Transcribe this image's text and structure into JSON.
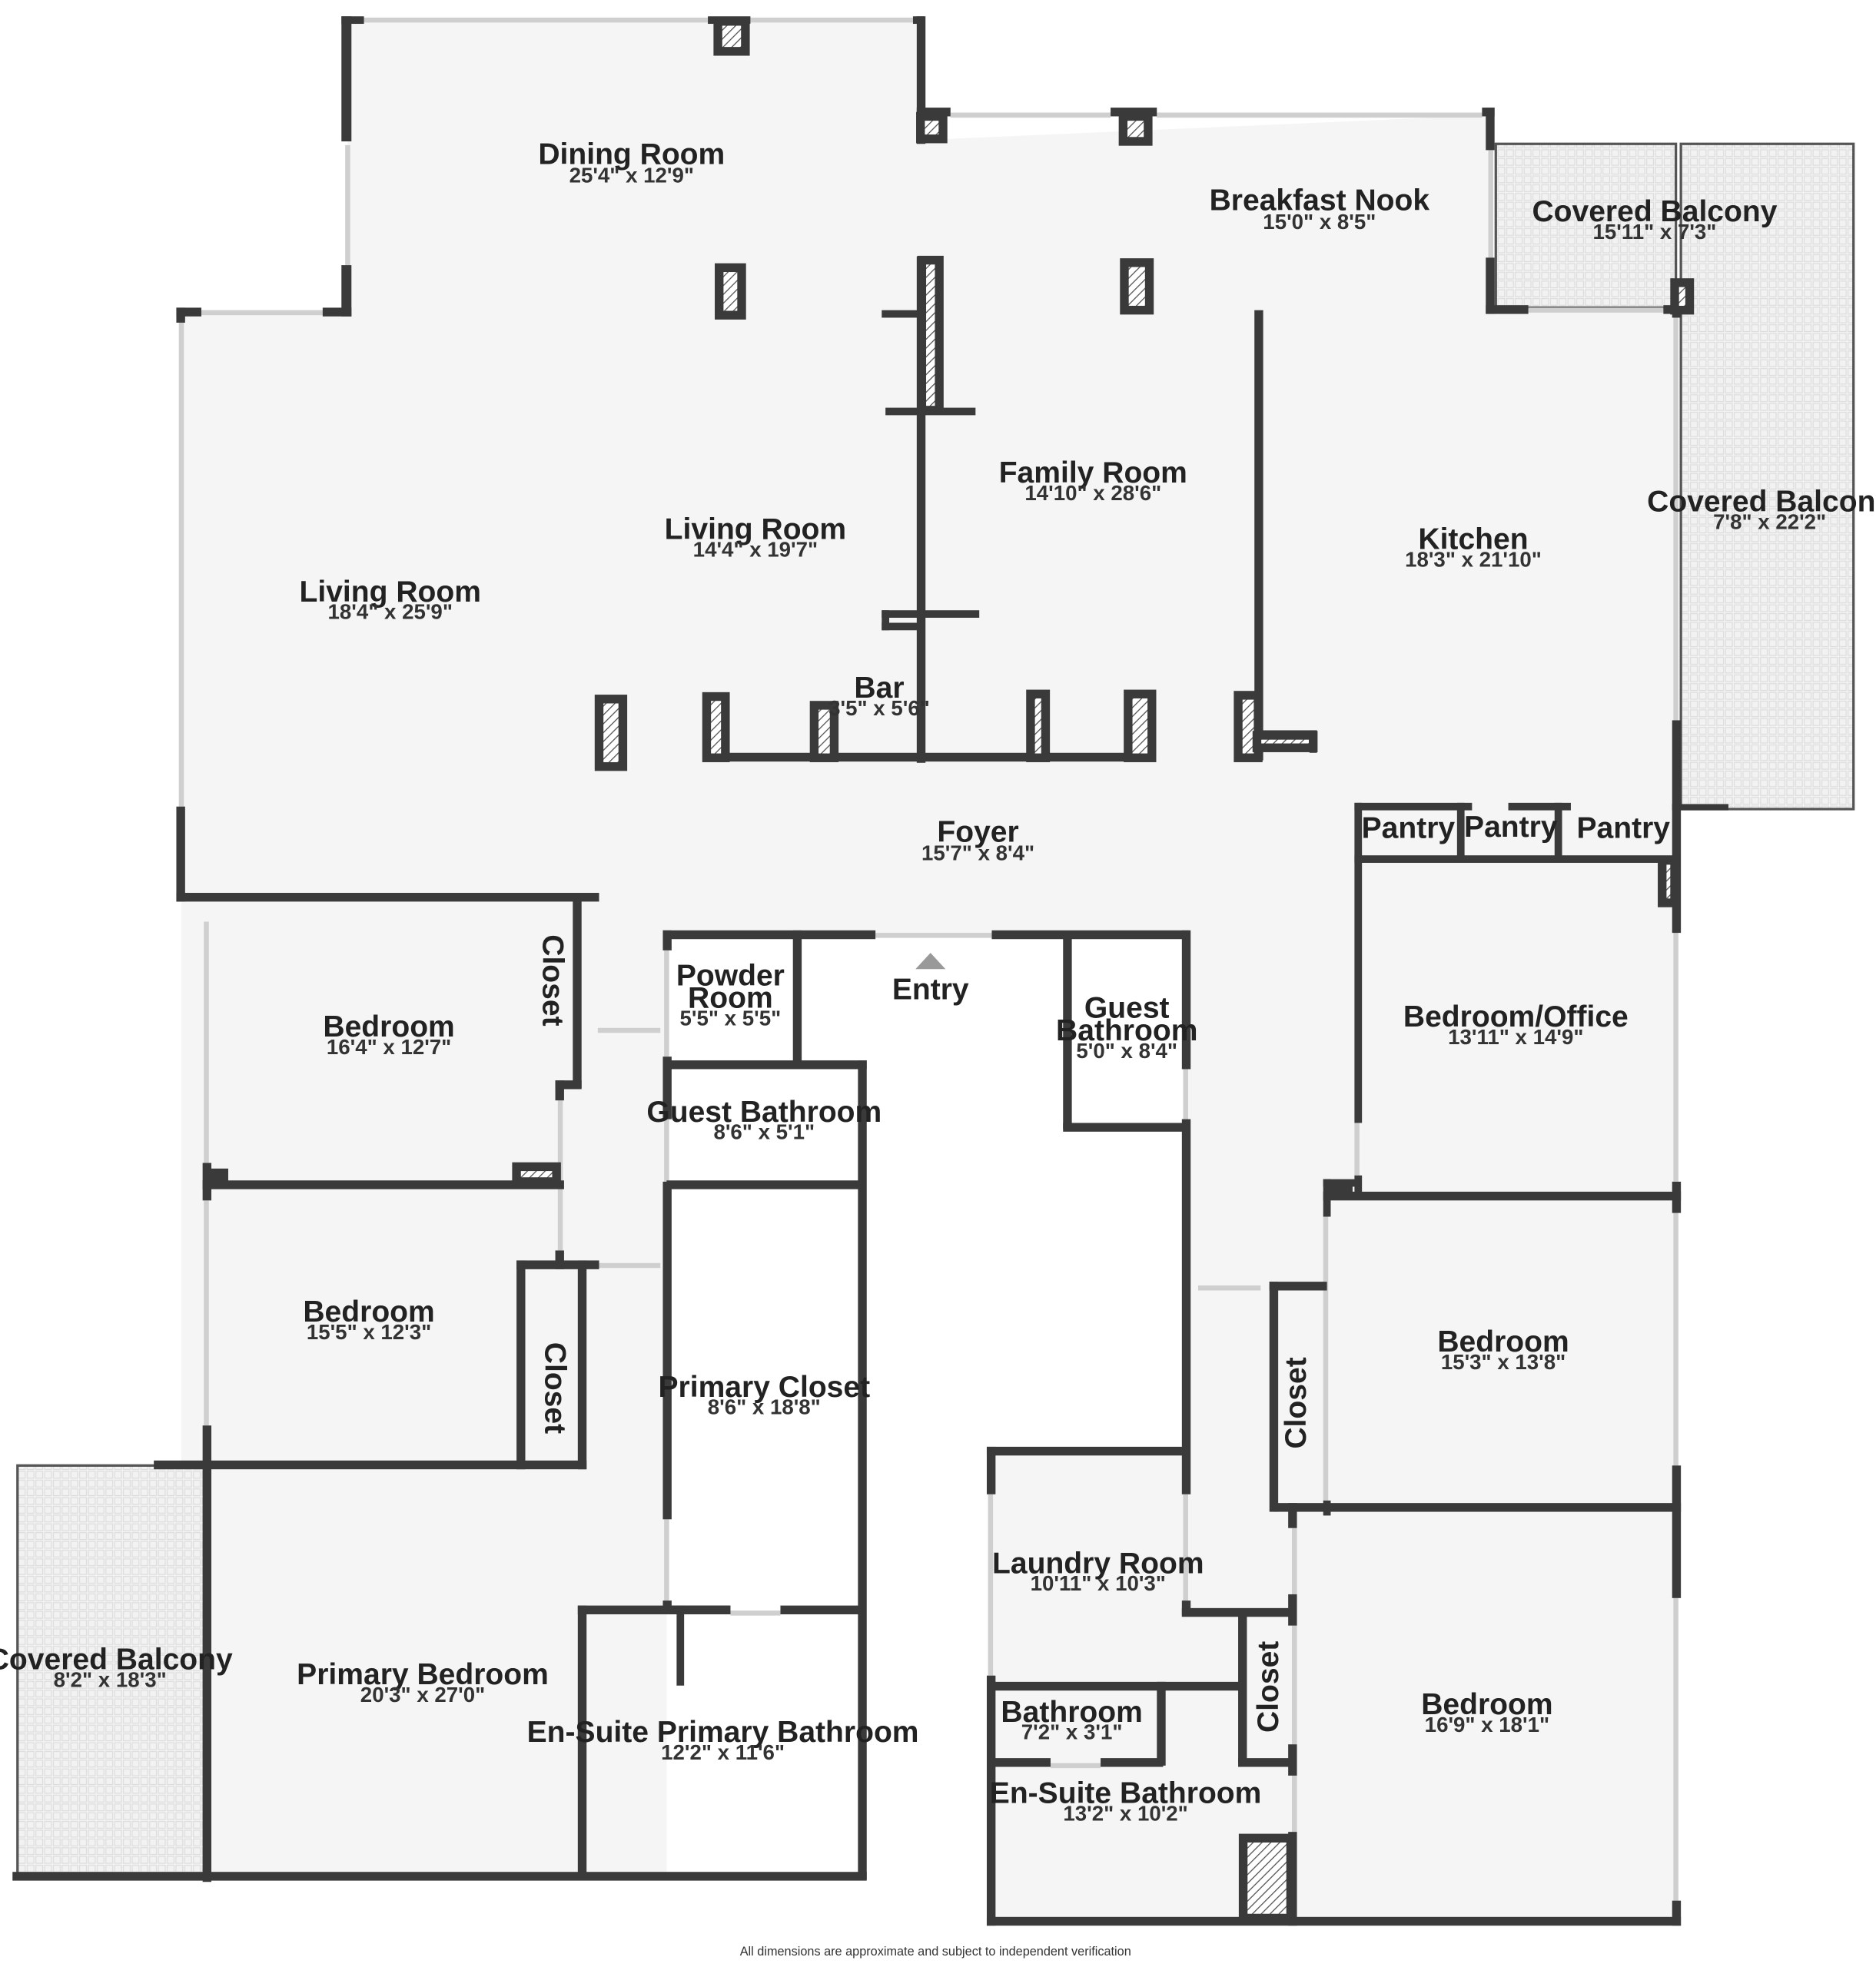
{
  "rooms": [
    {
      "key": "dining_room",
      "name": "Dining Room",
      "dims": "25'4\" x 12'9\""
    },
    {
      "key": "breakfast_nook",
      "name": "Breakfast Nook",
      "dims": "15'0\" x 8'5\""
    },
    {
      "key": "covered_balcony_top",
      "name": "Covered Balcony",
      "dims": "15'11\" x 7'3\""
    },
    {
      "key": "covered_balcony_right",
      "name": "Covered Balcony",
      "dims": "7'8\" x 22'2\""
    },
    {
      "key": "family_room",
      "name": "Family Room",
      "dims": "14'10\" x 28'6\""
    },
    {
      "key": "living_room_center",
      "name": "Living Room",
      "dims": "14'4\" x 19'7\""
    },
    {
      "key": "kitchen",
      "name": "Kitchen",
      "dims": "18'3\" x 21'10\""
    },
    {
      "key": "living_room_left",
      "name": "Living Room",
      "dims": "18'4\" x 25'9\""
    },
    {
      "key": "bar",
      "name": "Bar",
      "dims": "3'5\" x 5'6\""
    },
    {
      "key": "foyer",
      "name": "Foyer",
      "dims": "15'7\" x 8'4\""
    },
    {
      "key": "pantry_1",
      "name": "Pantry",
      "dims": ""
    },
    {
      "key": "pantry_2",
      "name": "Pantry",
      "dims": ""
    },
    {
      "key": "pantry_3",
      "name": "Pantry",
      "dims": ""
    },
    {
      "key": "bedroom_1",
      "name": "Bedroom",
      "dims": "16'4\" x 12'7\""
    },
    {
      "key": "closet_1",
      "name": "Closet",
      "dims": ""
    },
    {
      "key": "powder_room",
      "name": "Powder Room",
      "dims": "5'5\" x 5'5\""
    },
    {
      "key": "entry",
      "name": "Entry",
      "dims": ""
    },
    {
      "key": "guest_bathroom_right",
      "name": "Guest Bathroom",
      "dims": "5'0\" x 8'4\""
    },
    {
      "key": "bedroom_office",
      "name": "Bedroom/Office",
      "dims": "13'11\" x 14'9\""
    },
    {
      "key": "guest_bathroom_left",
      "name": "Guest Bathroom",
      "dims": "8'6\" x 5'1\""
    },
    {
      "key": "bedroom_2",
      "name": "Bedroom",
      "dims": "15'5\" x 12'3\""
    },
    {
      "key": "closet_2",
      "name": "Closet",
      "dims": ""
    },
    {
      "key": "primary_closet",
      "name": "Primary Closet",
      "dims": "8'6\" x 18'8\""
    },
    {
      "key": "bedroom_3",
      "name": "Bedroom",
      "dims": "15'3\" x 13'8\""
    },
    {
      "key": "closet_3",
      "name": "Closet",
      "dims": ""
    },
    {
      "key": "covered_balcony_left",
      "name": "Covered Balcony",
      "dims": "8'2\" x 18'3\""
    },
    {
      "key": "primary_bedroom",
      "name": "Primary Bedroom",
      "dims": "20'3\" x 27'0\""
    },
    {
      "key": "laundry_room",
      "name": "Laundry Room",
      "dims": "10'11\" x 10'3\""
    },
    {
      "key": "en_suite_primary_bathroom",
      "name": "En-Suite Primary Bathroom",
      "dims": "12'2\" x 11'6\""
    },
    {
      "key": "closet_4",
      "name": "Closet",
      "dims": ""
    },
    {
      "key": "bathroom",
      "name": "Bathroom",
      "dims": "7'2\" x 3'1\""
    },
    {
      "key": "bedroom_4",
      "name": "Bedroom",
      "dims": "16'9\" x 18'1\""
    },
    {
      "key": "en_suite_bathroom",
      "name": "En-Suite Bathroom",
      "dims": "13'2\" x 10'2\""
    }
  ],
  "footer": {
    "disclaimer": "All dimensions are approximate and subject to independent verification"
  },
  "colors": {
    "wall": "#3a3a3a",
    "floor": "#f5f5f5",
    "window": "#cfcfcf",
    "balcony_tile": "#e8e8e8"
  },
  "icons": {
    "entry_marker": "entry-triangle-icon"
  }
}
